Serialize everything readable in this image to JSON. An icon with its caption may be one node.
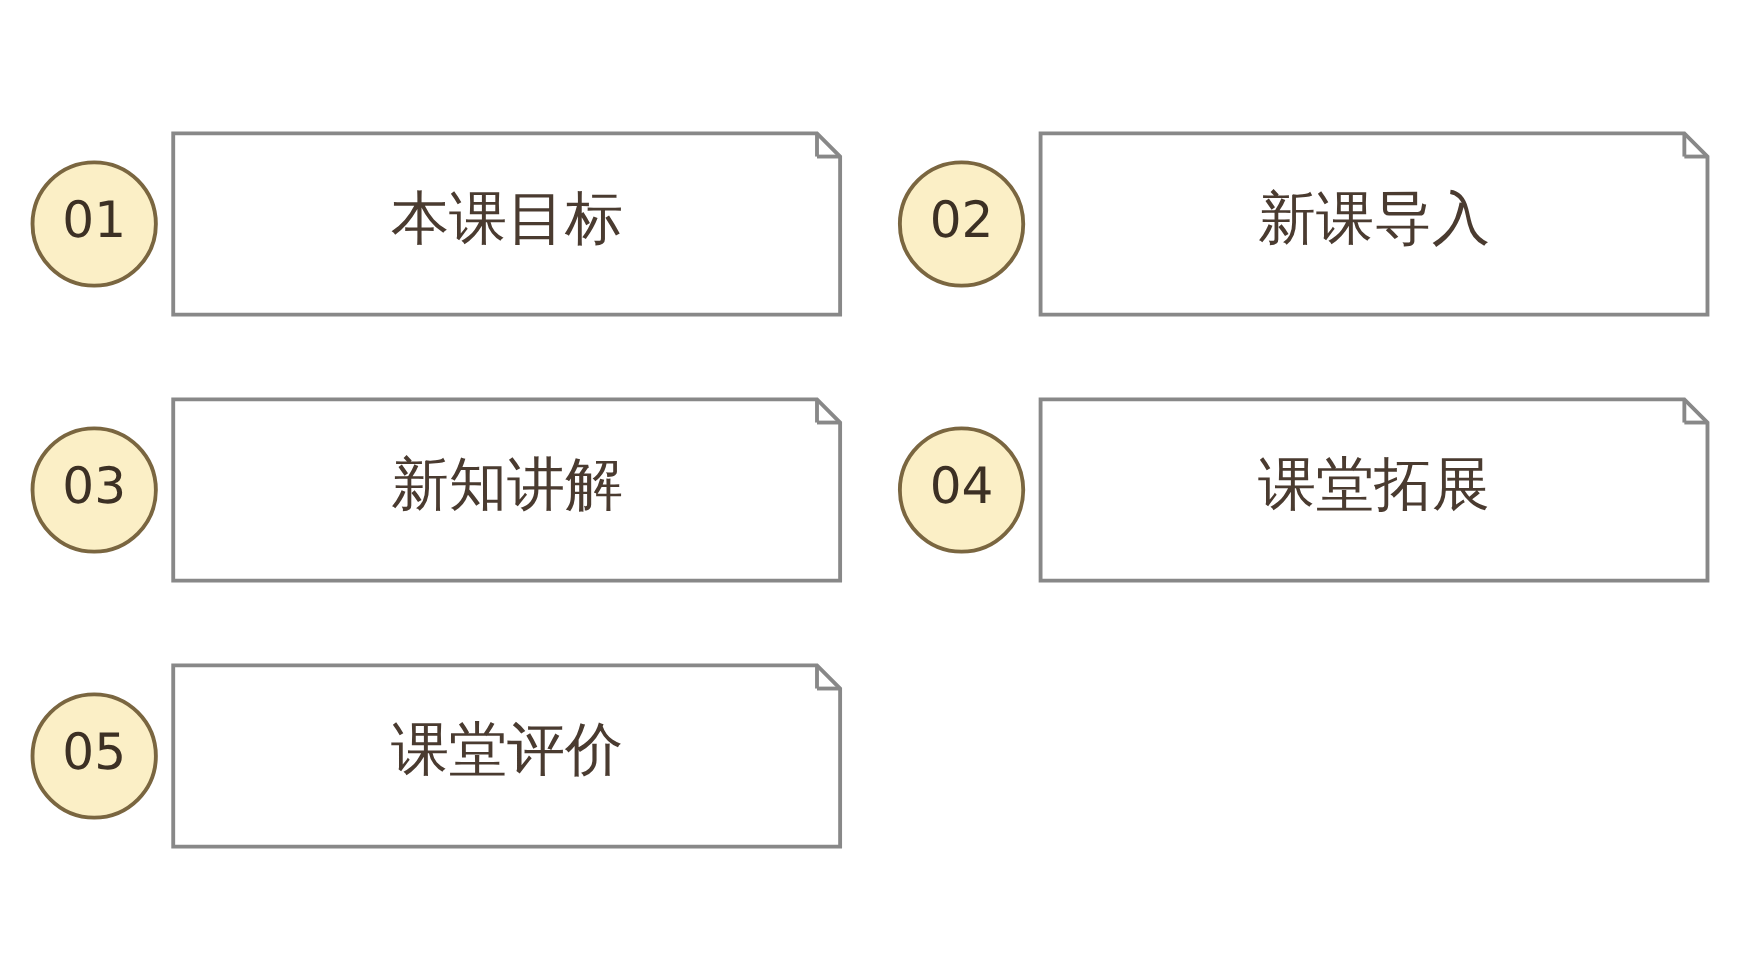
{
  "diagram": {
    "nodes": [
      {
        "text": [
          "01"
        ]
      },
      {
        "text": [
          "本课目标"
        ]
      },
      {
        "text": [
          "02"
        ]
      },
      {
        "text": [
          "新课导入"
        ]
      },
      {
        "text": [
          "03"
        ]
      },
      {
        "text": [
          "新知讲解"
        ]
      },
      {
        "text": [
          "04"
        ]
      },
      {
        "text": [
          "课堂拓展"
        ]
      },
      {
        "text": [
          "05"
        ]
      },
      {
        "text": [
          "课堂评价"
        ]
      }
    ]
  }
}
